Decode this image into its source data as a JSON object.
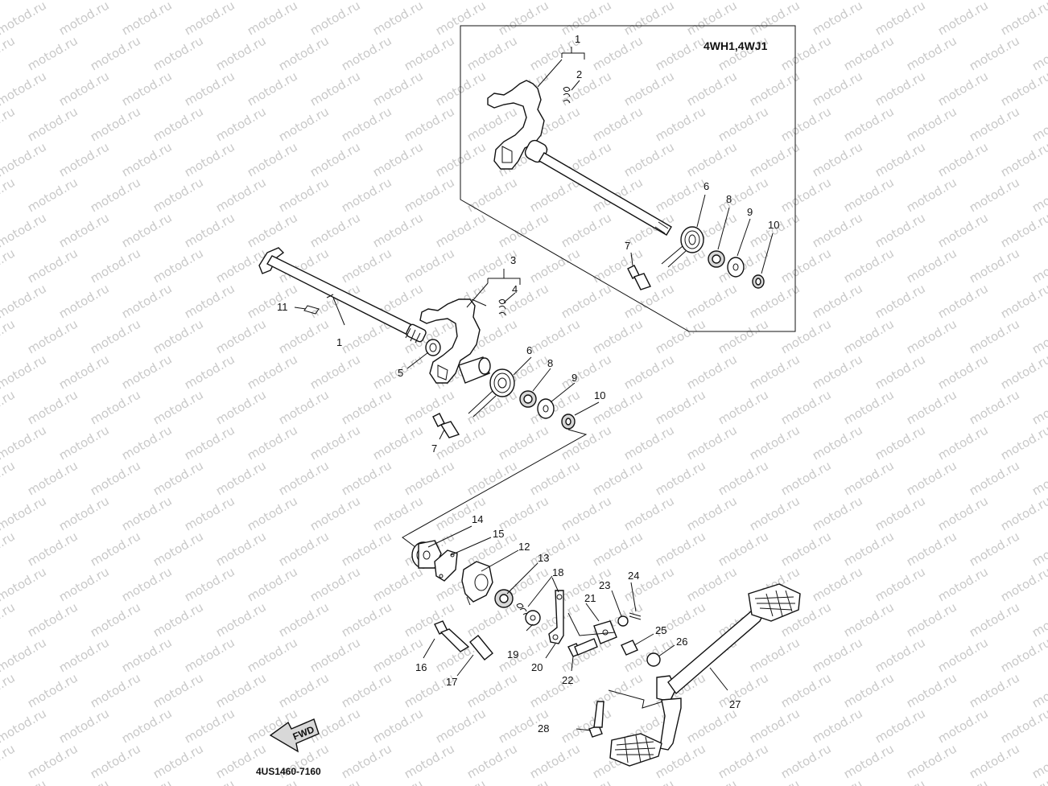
{
  "watermark": {
    "text": "motod.ru"
  },
  "inset": {
    "model_label": "4WH1,4WJ1"
  },
  "drawing_code": "4US1460-7160",
  "fwd_badge": {
    "text": "FWD"
  },
  "callouts": {
    "c1_top": "1",
    "c2": "2",
    "c6_top": "6",
    "c7_top": "7",
    "c8_top": "8",
    "c9_top": "9",
    "c10_top": "10",
    "c3": "3",
    "c4": "4",
    "c11": "11",
    "c1_mid": "1",
    "c5": "5",
    "c6_mid": "6",
    "c8_mid": "8",
    "c9_mid": "9",
    "c10_mid": "10",
    "c7_mid": "7",
    "c14": "14",
    "c15": "15",
    "c12": "12",
    "c13": "13",
    "c18": "18",
    "c23": "23",
    "c24": "24",
    "c21": "21",
    "c25": "25",
    "c26": "26",
    "c16": "16",
    "c17": "17",
    "c19": "19",
    "c20": "20",
    "c22": "22",
    "c27": "27",
    "c28": "28"
  }
}
